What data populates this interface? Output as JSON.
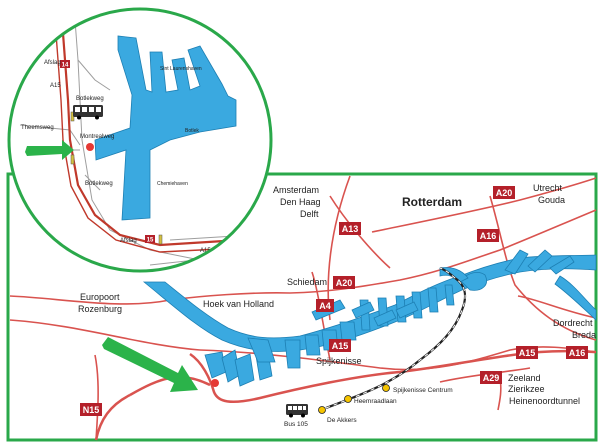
{
  "colors": {
    "frame": "#2aa84a",
    "water": "#3aa9e0",
    "water_stroke": "#1d7fb3",
    "road": "#d9534f",
    "road_dark": "#c0392b",
    "shield": "#b4202a",
    "arrow": "#2bb34a",
    "marker": "#e53935",
    "rail": "#222222",
    "tram": "#f5c400"
  },
  "icons": [
    "bus-icon",
    "tram-stop-icon",
    "location-marker-icon",
    "route-arrow-icon",
    "traffic-light-icon"
  ],
  "main_map": {
    "city": "Rotterdam",
    "places": {
      "amsterdam": "Amsterdam",
      "den_haag": "Den Haag",
      "delft": "Delft",
      "utrecht": "Utrecht",
      "gouda": "Gouda",
      "schiedam": "Schiedam",
      "europoort": "Europoort",
      "rozenburg": "Rozenburg",
      "hoek_van_holland": "Hoek van Holland",
      "dordrecht": "Dordrecht",
      "breda": "Breda",
      "zeeland": "Zeeland",
      "zierikzee": "Zierikzee",
      "heinenoordtunnel": "Heinenoordtunnel",
      "spijkenisse": "Spijkenisse"
    },
    "roads": {
      "a20_north": "A20",
      "a16_north": "A16",
      "a13": "A13",
      "a20_west": "A20",
      "a4": "A4",
      "a15_center": "A15",
      "a15_east": "A15",
      "a16_east": "A16",
      "a29": "A29",
      "n15": "N15"
    },
    "transit": {
      "bus": "Bus 105",
      "stop_de_akkers": "De Akkers",
      "stop_heemraadlaan": "Heemraadlaan",
      "stop_spijkenisse_centrum": "Spijkenisse Centrum"
    }
  },
  "inset_map": {
    "streets": {
      "afslag_top": "Afslag",
      "afslag_top_num": "14",
      "a15_top": "A15",
      "botlekweg_top": "Botlekweg",
      "theemsweg": "Theemsweg",
      "montrealweg": "Montrealweg",
      "botlekweg_bottom": "Botlekweg",
      "afslag_bottom": "Afslag",
      "afslag_bottom_num": "15",
      "a15_bottom": "A15"
    },
    "areas": {
      "sint_laurenshaven": "Sint Laurenshaven",
      "botlek": "Botlek",
      "chemiehaven": "Chemiehaven"
    }
  }
}
